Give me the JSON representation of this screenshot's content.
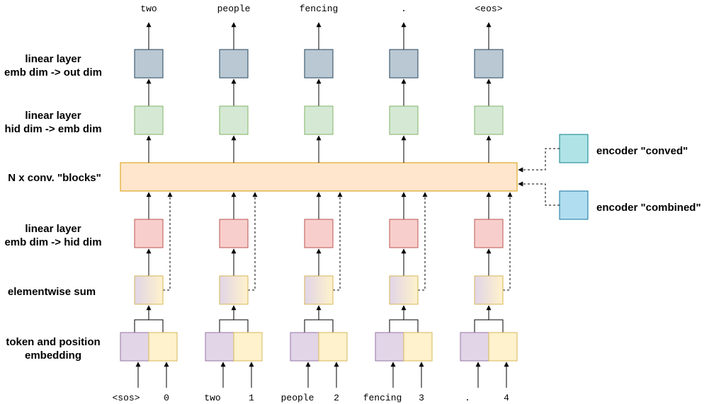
{
  "row_labels": {
    "out_linear": [
      "linear layer",
      "emb dim -> out dim"
    ],
    "emb_linear": [
      "linear layer",
      "hid dim -> emb dim"
    ],
    "blocks": "N x conv. \"blocks\"",
    "hid_linear": [
      "linear layer",
      "emb dim -> hid dim"
    ],
    "sum": "elementwise sum",
    "embedding": [
      "token and position",
      "embedding"
    ]
  },
  "outputs": [
    "two",
    "people",
    "fencing",
    ".",
    "<eos>"
  ],
  "input_tokens": [
    "<sos>",
    "two",
    "people",
    "fencing",
    "."
  ],
  "input_positions": [
    "0",
    "1",
    "2",
    "3",
    "4"
  ],
  "encoder": {
    "conved": "encoder \"conved\"",
    "combined": "encoder \"combined\""
  },
  "colors": {
    "out_linear_fill": "#bac8d3",
    "out_linear_stroke": "#23445d",
    "emb_linear_fill": "#d5e8d4",
    "emb_linear_stroke": "#82b366",
    "blocks_fill": "#ffe6cc",
    "blocks_stroke": "#d79b00",
    "hid_linear_fill": "#f8cecc",
    "hid_linear_stroke": "#b85450",
    "token_emb_fill": "#e1d5e7",
    "token_emb_stroke": "#9673a6",
    "pos_emb_fill": "#fff2cc",
    "pos_emb_stroke": "#d6b656",
    "conved_fill": "#b0e3e6",
    "conved_stroke": "#0e8088",
    "combined_fill": "#b1ddf0",
    "combined_stroke": "#10739e"
  }
}
